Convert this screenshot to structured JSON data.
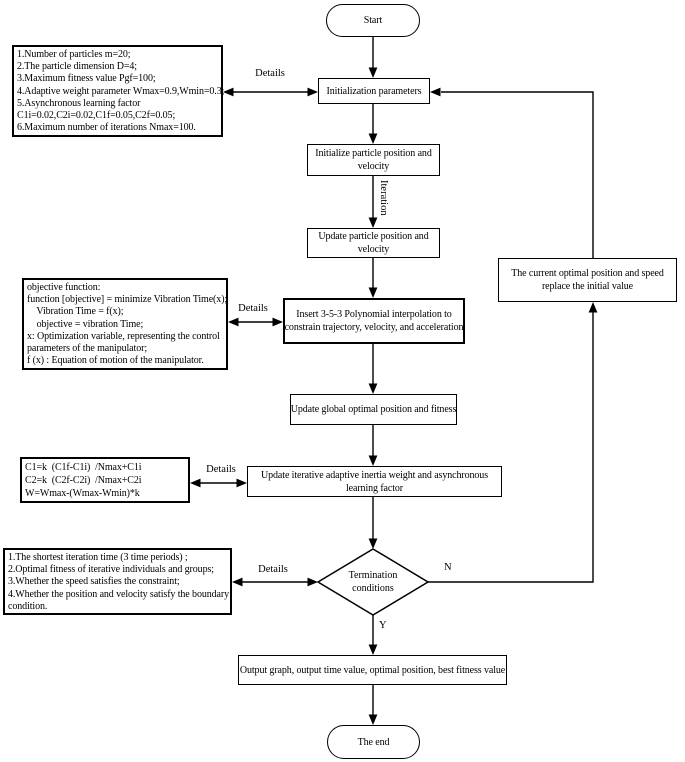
{
  "nodes": {
    "start": {
      "label": "Start"
    },
    "init_params": {
      "label": "Initialization parameters"
    },
    "init_particle": {
      "lines": [
        "Initialize particle position and",
        "velocity"
      ]
    },
    "update_particle": {
      "lines": [
        "Update particle position and",
        "velocity"
      ]
    },
    "insert_interpolation": {
      "lines": [
        "Insert 3-5-3 Polynomial interpolation to",
        "constrain trajectory, velocity, and acceleration"
      ]
    },
    "update_global": {
      "label": "Update global optimal position and fitness"
    },
    "update_weights": {
      "lines": [
        "Update iterative adaptive inertia weight and asynchronous",
        "learning factor"
      ]
    },
    "termination": {
      "lines": [
        "Termination",
        "conditions"
      ]
    },
    "replace_initial": {
      "lines": [
        "The current optimal position and speed",
        "replace the initial value"
      ]
    },
    "output": {
      "label": "Output graph, output time value, optimal position, best fitness value"
    },
    "end": {
      "label": "The end"
    }
  },
  "side_notes": {
    "init_parameters": {
      "lines": [
        "1.Number of particles m=20;",
        "2.The particle dimension D=4;",
        "3.Maximum fitness value Pgf=100;",
        "4.Adaptive weight parameter Wmax=0.9,Wmin=0.3;",
        "5.Asynchronous learning factor",
        "C1i=0.02,C2i=0.02,C1f=0.05,C2f=0.05;",
        "6.Maximum number of iterations Nmax=100."
      ]
    },
    "objective_function": {
      "lines": [
        "objective function:",
        "function [objective] = minimize Vibration Time(x);",
        "    Vibration Time = f(x);",
        "    objective = vibration Time;",
        "x: Optimization variable, representing the control",
        "parameters of the manipulator;",
        "f (x) : Equation of motion of the manipulator."
      ]
    },
    "weight_equations": {
      "lines": [
        "C1=k  (C1f-C1i)  /Nmax+C1i",
        "C2=k  (C2f-C2i)  /Nmax+C2i",
        "W=Wmax-(Wmax-Wmin)*k"
      ]
    },
    "termination_criteria": {
      "lines": [
        "1.The shortest iteration time (3 time periods) ;",
        "2.Optimal fitness of iterative individuals and groups;",
        "3.Whether the speed satisfies the constraint;",
        "4.Whether the position and velocity satisfy the boundary",
        "condition."
      ]
    }
  },
  "edge_labels": {
    "details": "Details",
    "iteration": "Iteration",
    "no": "N",
    "yes": "Y"
  },
  "colors": {
    "line": "#000000",
    "background": "#ffffff"
  }
}
